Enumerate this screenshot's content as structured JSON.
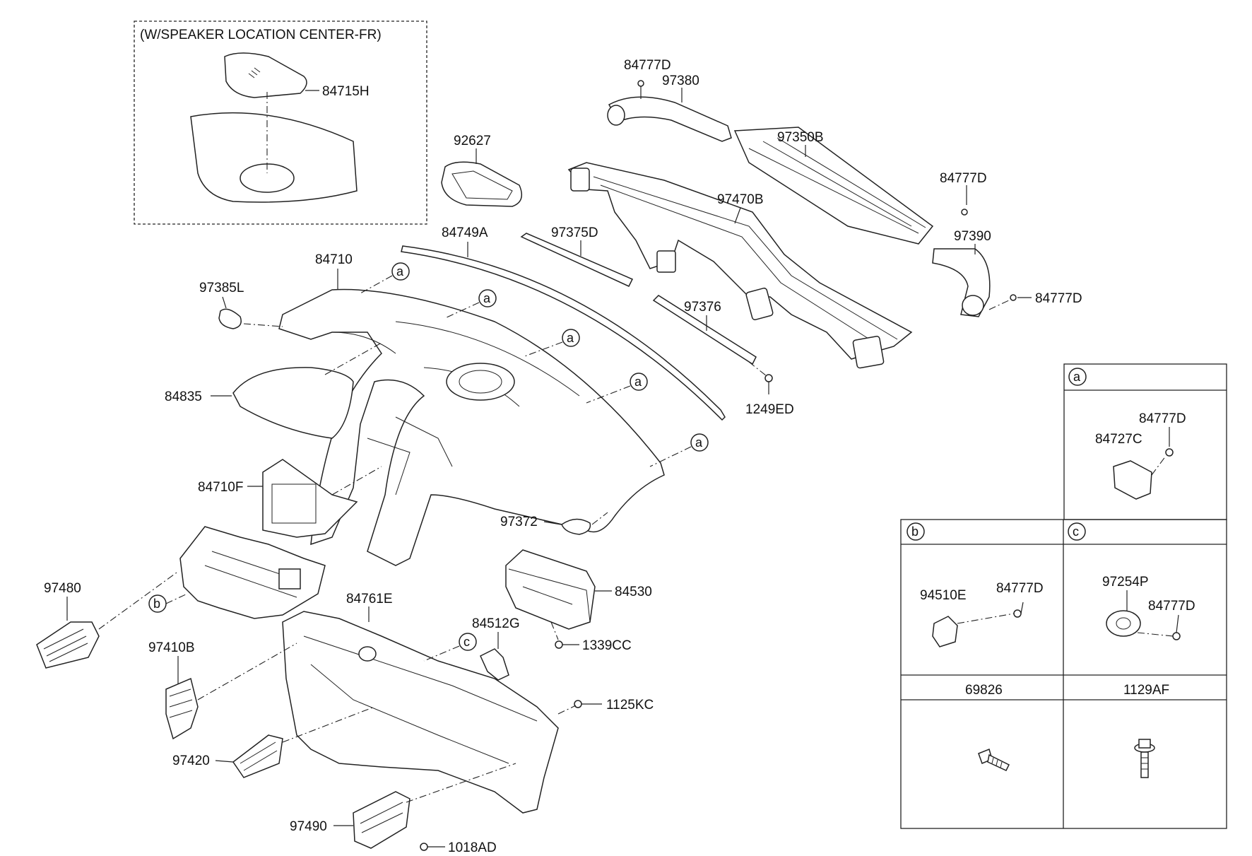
{
  "inset": {
    "title": "(W/SPEAKER LOCATION CENTER-FR)"
  },
  "parts": {
    "p84715H": "84715H",
    "p84777D_top": "84777D",
    "p97380": "97380",
    "p92627": "92627",
    "p97350B": "97350B",
    "p84777D_r1": "84777D",
    "p97470B": "97470B",
    "p97390": "97390",
    "p84749A": "84749A",
    "p97375D": "97375D",
    "p84710": "84710",
    "p84777D_r2": "84777D",
    "p97385L": "97385L",
    "p97376": "97376",
    "p84835": "84835",
    "p1249ED": "1249ED",
    "p84710F": "84710F",
    "p97372": "97372",
    "p97480": "97480",
    "p84761E": "84761E",
    "p84530": "84530",
    "p84512G": "84512G",
    "p1339CC": "1339CC",
    "p97410B": "97410B",
    "p1125KC": "1125KC",
    "p97420": "97420",
    "p97490": "97490",
    "p1018AD": "1018AD"
  },
  "callouts": {
    "a": "a",
    "b": "b",
    "c": "c"
  },
  "legend": {
    "a": {
      "letter": "a",
      "parts": [
        "84777D",
        "84727C"
      ]
    },
    "b": {
      "letter": "b",
      "parts": [
        "94510E",
        "84777D"
      ]
    },
    "c": {
      "letter": "c",
      "parts": [
        "97254P",
        "84777D"
      ]
    },
    "fastener_1": "69826",
    "fastener_2": "1129AF"
  }
}
